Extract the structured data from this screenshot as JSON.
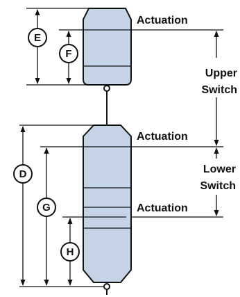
{
  "labels": {
    "actuation_upper": "Actuation",
    "actuation_middle": "Actuation",
    "actuation_lower": "Actuation",
    "upper_switch_line1": "Upper",
    "upper_switch_line2": "Switch",
    "lower_switch_line1": "Lower",
    "lower_switch_line2": "Switch"
  },
  "dimensions": {
    "E": "E",
    "F": "F",
    "D": "D",
    "G": "G",
    "H": "H"
  },
  "colors": {
    "float_fill": "#c5d3e6",
    "stroke": "#111111",
    "background": "#ffffff"
  }
}
